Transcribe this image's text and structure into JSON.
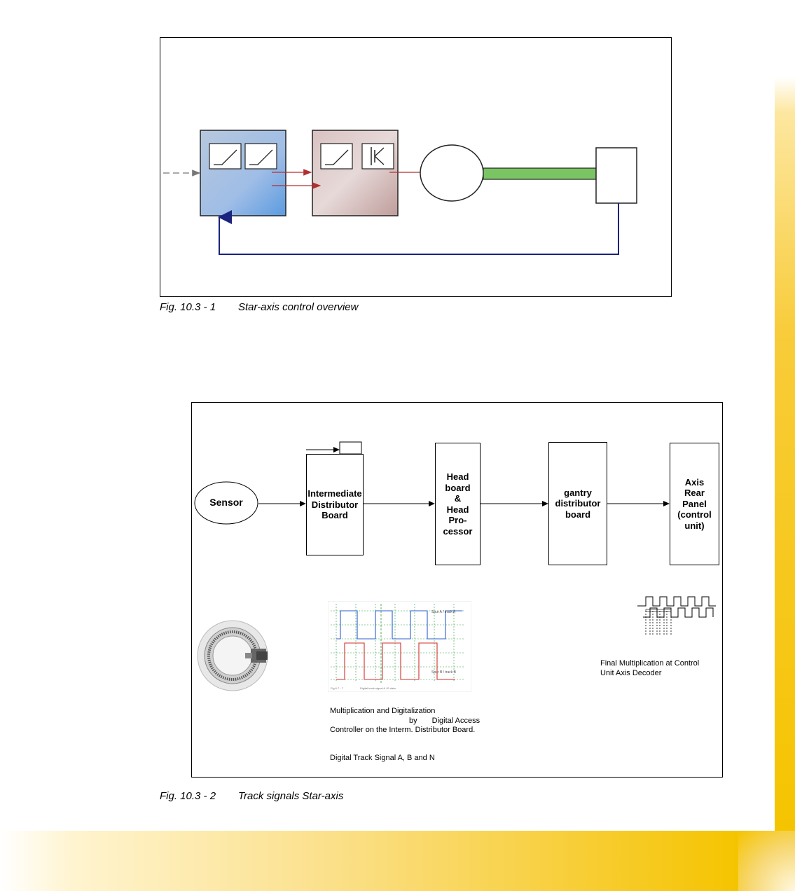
{
  "figure1": {
    "caption_number": "Fig. 10.3 - 1",
    "caption_title": "Star-axis control overview"
  },
  "figure2": {
    "caption_number": "Fig. 10.3 - 2",
    "caption_title": "Track signals Star-axis",
    "blocks": {
      "sensor": "Sensor",
      "intermediate": [
        "Intermediate",
        "Distributor",
        "Board"
      ],
      "head": [
        "Head",
        "board",
        "&",
        "Head",
        "Pro-",
        "cessor"
      ],
      "gantry": [
        "gantry",
        "distributor",
        "board"
      ],
      "axis_panel": [
        "Axis",
        "Rear",
        "Panel",
        "(control",
        "unit)"
      ]
    },
    "scope": {
      "track_a_label": "Spur A / track A",
      "track_b_label": "Spur B / track B",
      "footer_left": "Fig 6.7 - 7",
      "footer_right": "Digital track signal A / B data"
    },
    "notes": {
      "decoder_line1": "Final Multiplication at Control",
      "decoder_line2": "Unit Axis Decoder",
      "digitalization_line1": "Multiplication and Digitalization",
      "digitalization_line2_by": "by",
      "digitalization_line2_rest": "Digital Access",
      "digitalization_line3": "Controller on the Interm. Distributor Board.",
      "track_signal": "Digital Track Signal A, B and N"
    }
  },
  "colors": {
    "accent_yellow": "#f5c400",
    "feedback_blue": "#1a237e",
    "signal_red": "#b03030",
    "shaft_green": "#7ac463",
    "controller_blue": "#7fa9dc",
    "amplifier_rose": "#c9a6a4"
  }
}
